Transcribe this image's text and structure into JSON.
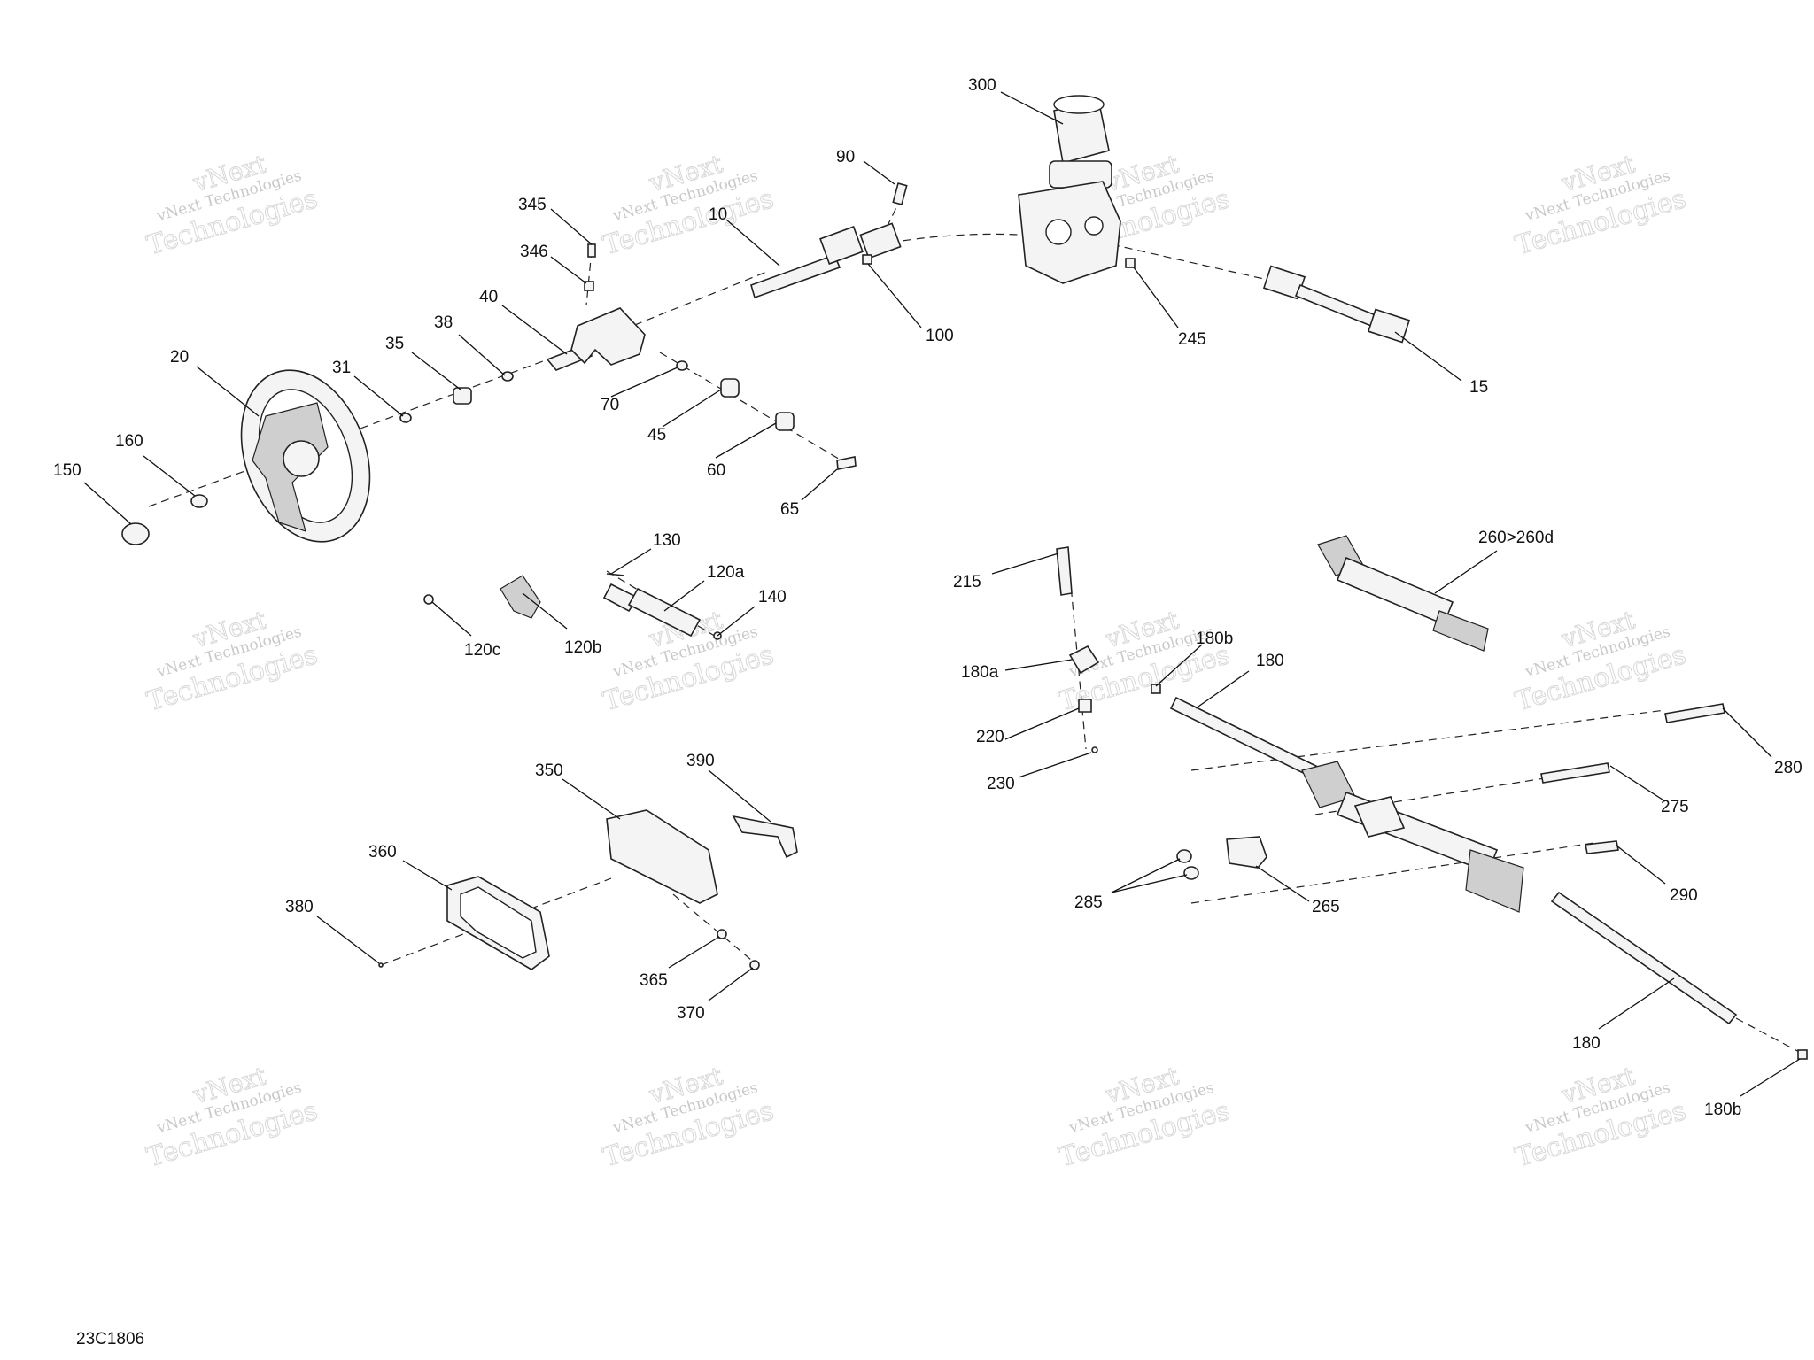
{
  "diagram_code": "23C1806",
  "watermark": {
    "line1": "vNext Technologies",
    "line2": "vNext",
    "line3": "Technologies"
  },
  "callouts": [
    {
      "id": "300",
      "text": "300"
    },
    {
      "id": "90",
      "text": "90"
    },
    {
      "id": "10",
      "text": "10"
    },
    {
      "id": "345",
      "text": "345"
    },
    {
      "id": "346",
      "text": "346"
    },
    {
      "id": "100",
      "text": "100"
    },
    {
      "id": "245",
      "text": "245"
    },
    {
      "id": "15",
      "text": "15"
    },
    {
      "id": "40",
      "text": "40"
    },
    {
      "id": "38",
      "text": "38"
    },
    {
      "id": "35",
      "text": "35"
    },
    {
      "id": "31",
      "text": "31"
    },
    {
      "id": "20",
      "text": "20"
    },
    {
      "id": "160",
      "text": "160"
    },
    {
      "id": "150",
      "text": "150"
    },
    {
      "id": "70",
      "text": "70"
    },
    {
      "id": "45",
      "text": "45"
    },
    {
      "id": "60",
      "text": "60"
    },
    {
      "id": "65",
      "text": "65"
    },
    {
      "id": "130",
      "text": "130"
    },
    {
      "id": "120a",
      "text": "120a"
    },
    {
      "id": "140",
      "text": "140"
    },
    {
      "id": "120c",
      "text": "120c"
    },
    {
      "id": "120b",
      "text": "120b"
    },
    {
      "id": "260>260d",
      "text": "260>260d"
    },
    {
      "id": "215",
      "text": "215"
    },
    {
      "id": "180a",
      "text": "180a"
    },
    {
      "id": "180b-top",
      "text": "180b"
    },
    {
      "id": "180-top",
      "text": "180"
    },
    {
      "id": "220",
      "text": "220"
    },
    {
      "id": "230",
      "text": "230"
    },
    {
      "id": "280",
      "text": "280"
    },
    {
      "id": "275",
      "text": "275"
    },
    {
      "id": "290",
      "text": "290"
    },
    {
      "id": "285",
      "text": "285"
    },
    {
      "id": "265",
      "text": "265"
    },
    {
      "id": "180-bottom",
      "text": "180"
    },
    {
      "id": "180b-bottom",
      "text": "180b"
    },
    {
      "id": "350",
      "text": "350"
    },
    {
      "id": "390",
      "text": "390"
    },
    {
      "id": "360",
      "text": "360"
    },
    {
      "id": "380",
      "text": "380"
    },
    {
      "id": "365",
      "text": "365"
    },
    {
      "id": "370",
      "text": "370"
    }
  ]
}
